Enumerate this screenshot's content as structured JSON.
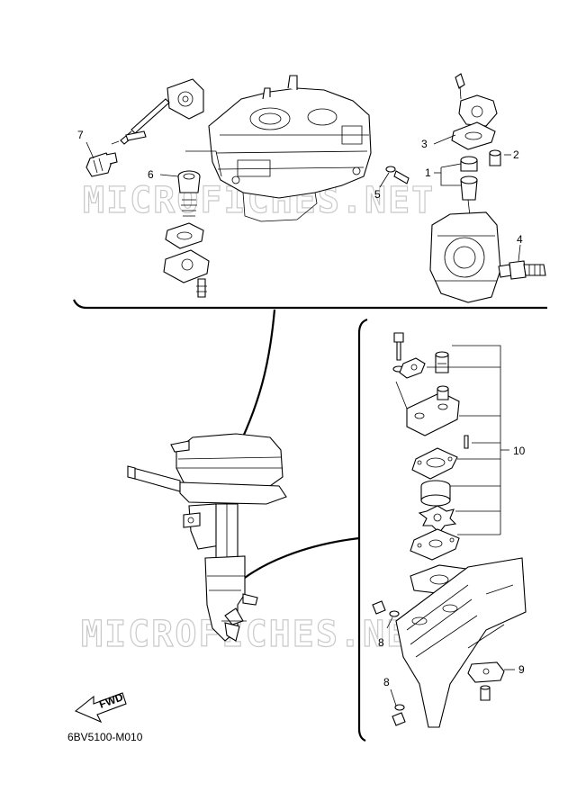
{
  "watermark": "MICROFICHES.NET",
  "diagram_code": "6BV5100-M010",
  "fwd_label": "FWD",
  "callouts": [
    "1",
    "2",
    "3",
    "4",
    "5",
    "6",
    "7",
    "8",
    "8",
    "9",
    "10"
  ]
}
